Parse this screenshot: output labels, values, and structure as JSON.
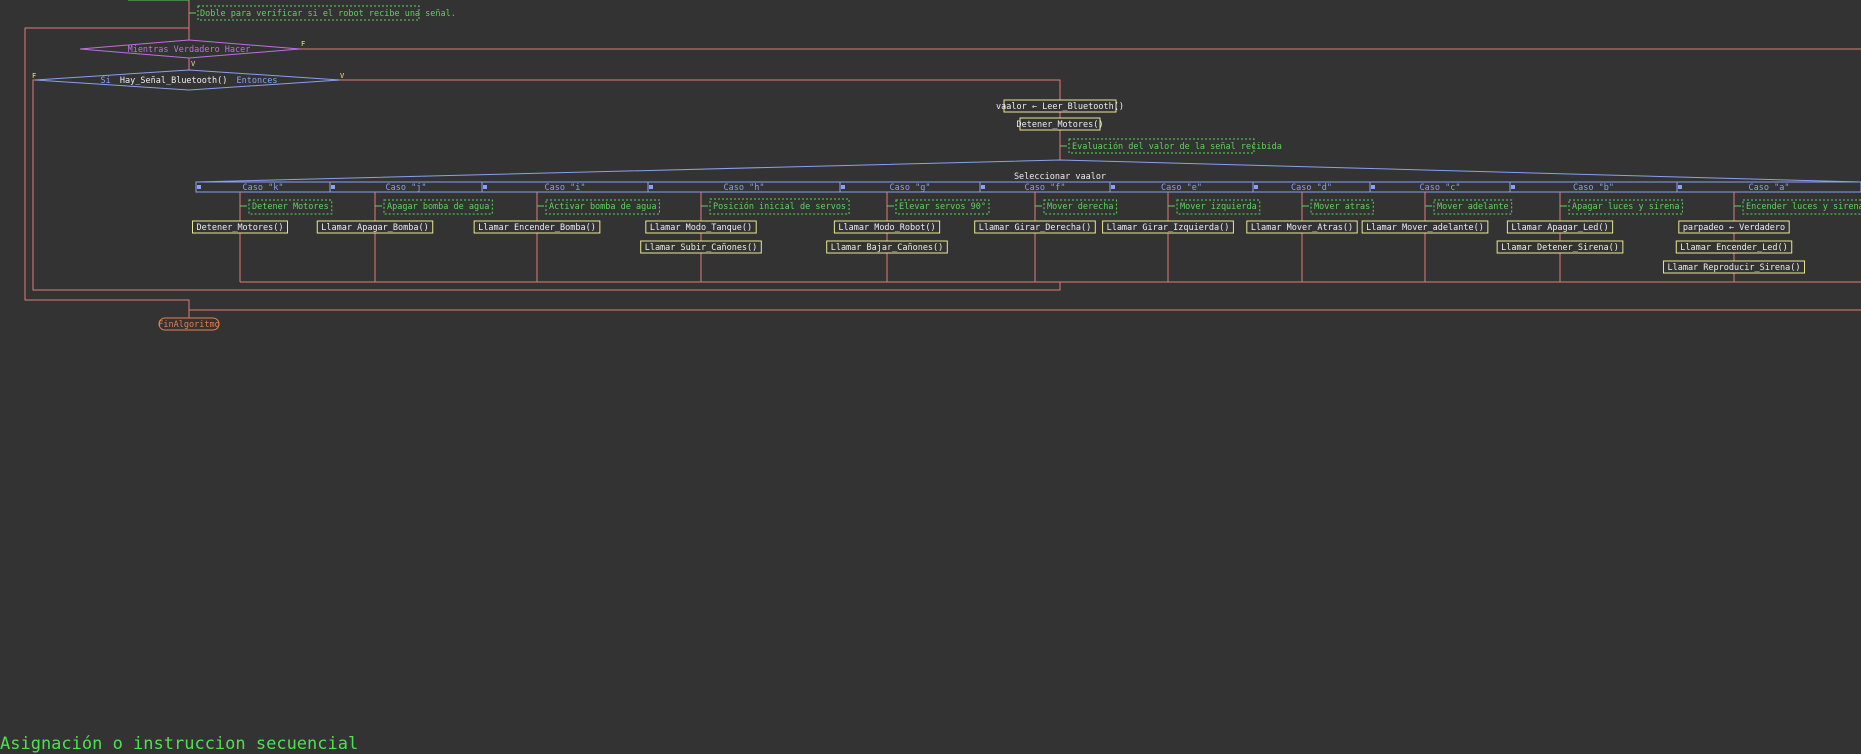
{
  "diagram": {
    "comment_top": "Doble para verificar si el robot recibe una señal.",
    "while_label": "Mientras Verdadero Hacer",
    "if_keyword_si": "Si",
    "if_condition": "Hay_Señal_Bluetooth()",
    "if_keyword_entonces": "Entonces",
    "assign_value": "vaalor ← Leer_Bluetooth()",
    "stop_motors": "Detener_Motores()",
    "comment_eval": "Evaluación del valor de la señal recibida",
    "select_label": "Seleccionar vaalor",
    "true_mark": "V",
    "false_mark": "F",
    "cases": [
      {
        "label": "Caso \"k\"",
        "comment": "Detener Motores",
        "actions": [
          "Detener_Motores()"
        ]
      },
      {
        "label": "Caso \"j\"",
        "comment": "Apagar bomba de agua",
        "actions": [
          "Llamar Apagar_Bomba()"
        ]
      },
      {
        "label": "Caso \"i\"",
        "comment": "Activar bomba de agua",
        "actions": [
          "Llamar Encender_Bomba()"
        ]
      },
      {
        "label": "Caso \"h\"",
        "comment": "Posición inicial de servos",
        "actions": [
          "Llamar Modo_Tanque()",
          "Llamar Subir_Cañones()"
        ]
      },
      {
        "label": "Caso \"g\"",
        "comment": "Elevar servos 90°",
        "actions": [
          "Llamar Modo_Robot()",
          "Llamar Bajar_Cañones()"
        ]
      },
      {
        "label": "Caso \"f\"",
        "comment": "Mover derecha",
        "actions": [
          "Llamar Girar_Derecha()"
        ]
      },
      {
        "label": "Caso \"e\"",
        "comment": "Mover izquierda",
        "actions": [
          "Llamar Girar_Izquierda()"
        ]
      },
      {
        "label": "Caso \"d\"",
        "comment": "Mover atras",
        "actions": [
          "Llamar Mover_Atras()"
        ]
      },
      {
        "label": "Caso \"c\"",
        "comment": "Mover adelante",
        "actions": [
          "Llamar Mover_adelante()"
        ]
      },
      {
        "label": "Caso \"b\"",
        "comment": "Apagar luces y sirena",
        "actions": [
          "Llamar Apagar_Led()",
          "Llamar Detener_Sirena()"
        ]
      },
      {
        "label": "Caso \"a\"",
        "comment": "Encender luces y sirena",
        "actions": [
          "parpadeo ← Verdadero",
          "Llamar Encender_Led()",
          "Llamar Reproducir_Sirena()"
        ]
      }
    ],
    "end_label": "FinAlgoritmo"
  },
  "status_bar": {
    "text": "Asignación o instruccion secuencial"
  },
  "colors": {
    "background": "#333333",
    "line": "#e07878",
    "while_border": "#c070e0",
    "if_border": "#8aa0f0",
    "box_border": "#e8e890",
    "box_text": "#eeeeee",
    "comment": "#5ed35e",
    "keyword": "#8aa0f0",
    "status": "#4de24d"
  }
}
